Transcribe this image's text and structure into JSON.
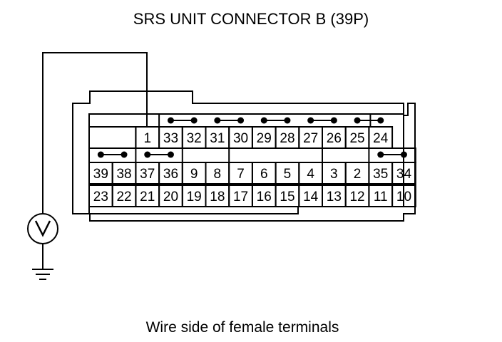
{
  "title": "SRS UNIT CONNECTOR B (39P)",
  "caption": "Wire side of female terminals",
  "meter_symbol": "V",
  "rows": [
    [
      "",
      "",
      "1",
      "33",
      "32",
      "31",
      "30",
      "29",
      "28",
      "27",
      "26",
      "25",
      "24",
      ""
    ],
    [
      "39",
      "38",
      "37",
      "36",
      "9",
      "8",
      "7",
      "6",
      "5",
      "4",
      "3",
      "2",
      "35",
      "34"
    ],
    [
      "23",
      "22",
      "21",
      "20",
      "19",
      "18",
      "17",
      "16",
      "15",
      "14",
      "13",
      "12",
      "11",
      "10"
    ]
  ],
  "icons": [
    "voltmeter-icon",
    "ground-icon"
  ]
}
